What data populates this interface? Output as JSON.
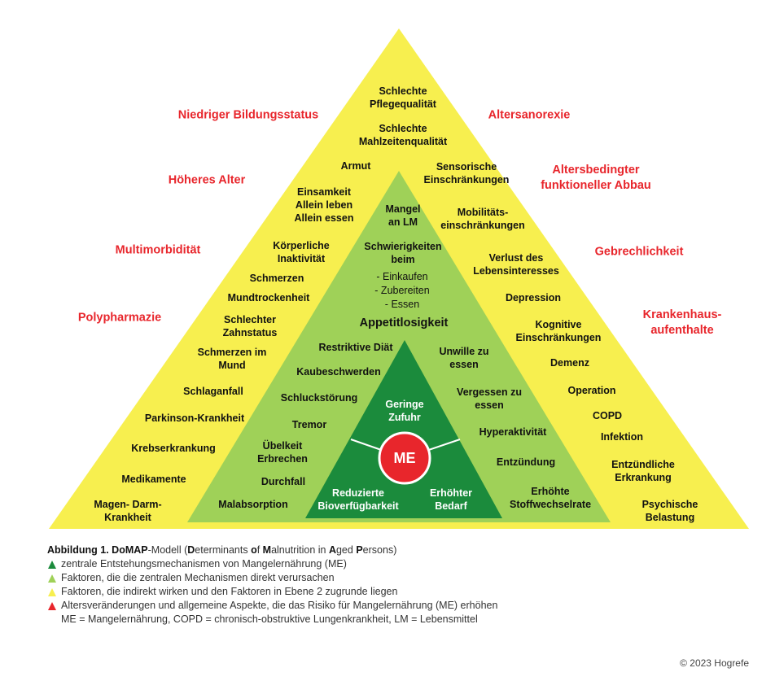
{
  "colors": {
    "outer": "#f7ef4f",
    "middle": "#9fd158",
    "inner": "#1b8b3c",
    "me_circle": "#e8262c",
    "accent_red": "#e8262c"
  },
  "outer_left_red": [
    "Niedriger Bildungsstatus",
    "Höheres Alter",
    "Multimorbidität",
    "Polypharmazie"
  ],
  "outer_right_red": [
    "Altersanorexie",
    "Altersbedingter funktioneller Abbau",
    "Gebrechlichkeit",
    "Krankenhaus-aufenthalte"
  ],
  "yellow_top": [
    "Schlechte Pflegequalität",
    "Schlechte Mahlzeitenqualität",
    "Armut"
  ],
  "yellow_left": [
    "Einsamkeit Allein leben Allein essen",
    "Körperliche Inaktivität",
    "Schmerzen",
    "Mundtrockenheit",
    "Schlechter Zahnstatus",
    "Schmerzen im Mund",
    "Schlaganfall",
    "Parkinson-Krankheit",
    "Krebserkrankung",
    "Medikamente",
    "Magen- Darm-Krankheit"
  ],
  "yellow_right": [
    "Sensorische Einschränkungen",
    "Mobilitäts-einschränkungen",
    "Verlust des Lebensinteresses",
    "Depression",
    "Kognitive Einschränkungen",
    "Demenz",
    "Operation",
    "COPD",
    "Infektion",
    "Entzündliche Erkrankung",
    "Psychische Belastung"
  ],
  "green_top": [
    "Mangel an LM",
    "Schwierigkeiten beim",
    "- Einkaufen",
    "- Zubereiten",
    "- Essen",
    "Appetitlosigkeit"
  ],
  "green_left": [
    "Restriktive Diät",
    "Kaubeschwerden",
    "Schluckstörung",
    "Tremor",
    "Übelkeit Erbrechen",
    "Durchfall",
    "Malabsorption"
  ],
  "green_right": [
    "Unwille zu essen",
    "Vergessen zu essen",
    "Hyperaktivität",
    "Entzündung",
    "Erhöhte Stoffwechselrate"
  ],
  "inner": {
    "top": "Geringe Zufuhr",
    "left": "Reduzierte Bioverfügbarkeit",
    "right": "Erhöhter Bedarf",
    "center": "ME"
  },
  "legend": {
    "title_prefix": "Abbildung 1. ",
    "title_bold": [
      "DoMAP",
      "D",
      "M",
      "A",
      "P"
    ],
    "title_parts": [
      "-Modell (",
      "eterminants ",
      "o",
      "f ",
      "alnutrition in ",
      "ged ",
      "ersons)"
    ],
    "items": [
      {
        "color": "#1b8b3c",
        "text": "zentrale Entstehungsmechanismen von Mangelernährung (ME)"
      },
      {
        "color": "#9fd158",
        "text": "Faktoren, die die zentralen Mechanismen direkt verursachen"
      },
      {
        "color": "#f7ef4f",
        "text": "Faktoren, die indirekt wirken und den Faktoren in Ebene 2 zugrunde liegen"
      },
      {
        "color": "#e8262c",
        "text": "Altersveränderungen und allgemeine Aspekte, die das Risiko für Mangelernährung (ME) erhöhen"
      }
    ],
    "abbrev": "ME = Mangelernährung, COPD = chronisch-obstruktive Lungenkrankheit, LM = Lebensmittel"
  },
  "copyright": "© 2023 Hogrefe"
}
